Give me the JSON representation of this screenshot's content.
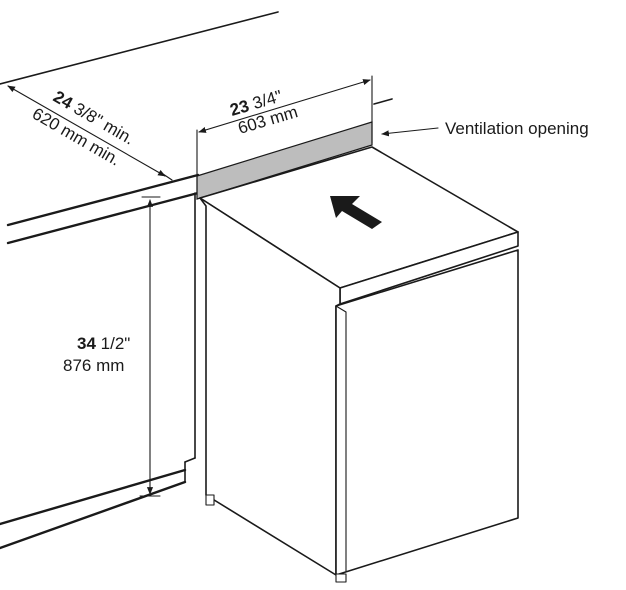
{
  "dimensions": {
    "depth": {
      "bold": "24",
      "imperial_rest": " 3/8\" min.",
      "metric": "620 mm min."
    },
    "width": {
      "bold": "23",
      "imperial_rest": " 3/4\"",
      "metric": "603 mm"
    },
    "height": {
      "bold": "34",
      "imperial_rest": " 1/2\"",
      "metric": "876 mm"
    }
  },
  "callouts": {
    "ventilation": "Ventilation opening"
  },
  "colors": {
    "line": "#1a1a1a",
    "vent_fill": "#bdbdbd",
    "background": "#ffffff"
  },
  "icons": {
    "direction_arrow": "push-in-arrow-icon"
  }
}
